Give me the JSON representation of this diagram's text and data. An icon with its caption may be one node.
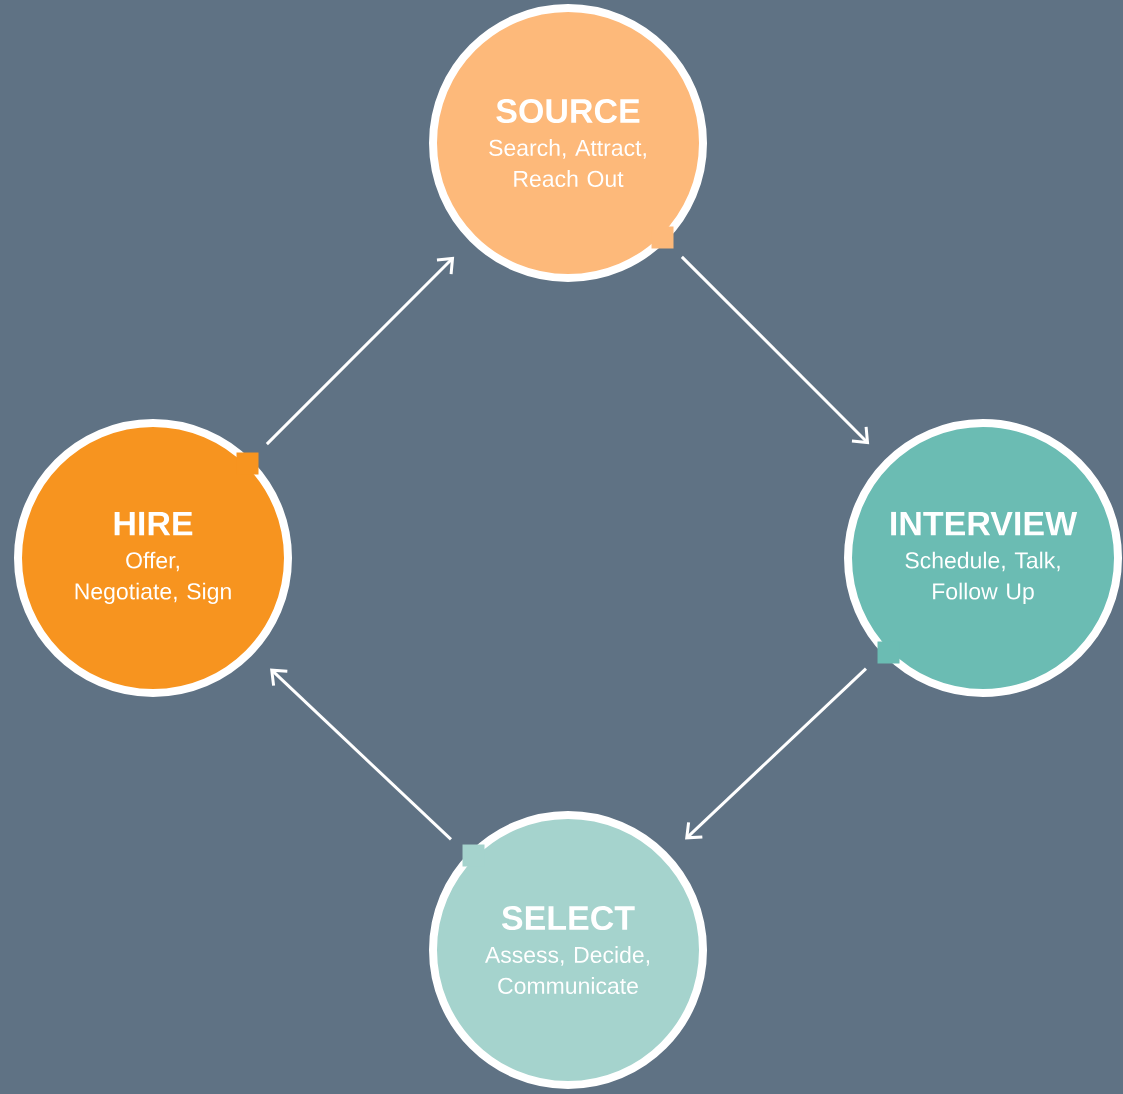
{
  "diagram": {
    "nodes": [
      {
        "text": [
          "SOURCE",
          "Search, Attract, Reach Out"
        ]
      },
      {
        "text": [
          "INTERVIEW",
          "Schedule, Talk, Follow Up"
        ]
      },
      {
        "text": [
          "SELECT",
          "Assess, Decide, Communicate"
        ]
      },
      {
        "text": [
          "HIRE",
          "Offer, Negotiate, Sign"
        ]
      }
    ],
    "edges": [
      {
        "from": 0,
        "to": 1,
        "arrow": "to"
      },
      {
        "from": 1,
        "to": 2,
        "arrow": "to"
      },
      {
        "from": 2,
        "to": 3,
        "arrow": "to"
      },
      {
        "from": 3,
        "to": 0,
        "arrow": "to"
      }
    ]
  }
}
